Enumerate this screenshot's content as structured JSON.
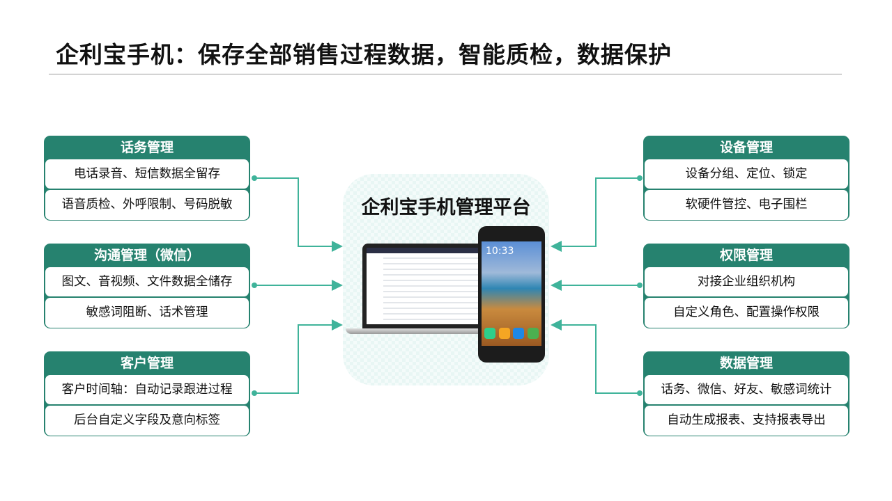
{
  "title": "企利宝手机：保存全部销售过程数据，智能质检，数据保护",
  "center": {
    "title": "企利宝手机管理平台",
    "phone_time": "10:33"
  },
  "colors": {
    "header": "#26826f",
    "connector": "#3fb39a",
    "panel": "#e8f6f4"
  },
  "left_cards": [
    {
      "title": "话务管理",
      "items": [
        "电话录音、短信数据全留存",
        "语音质检、外呼限制、号码脱敏"
      ]
    },
    {
      "title": "沟通管理（微信）",
      "items": [
        "图文、音视频、文件数据全储存",
        "敏感词阻断、话术管理"
      ]
    },
    {
      "title": "客户管理",
      "items": [
        "客户时间轴：自动记录跟进过程",
        "后台自定义字段及意向标签"
      ]
    }
  ],
  "right_cards": [
    {
      "title": "设备管理",
      "items": [
        "设备分组、定位、锁定",
        "软硬件管控、电子围栏"
      ]
    },
    {
      "title": "权限管理",
      "items": [
        "对接企业组织机构",
        "自定义角色、配置操作权限"
      ]
    },
    {
      "title": "数据管理",
      "items": [
        "话务、微信、好友、敏感词统计",
        "自动生成报表、支持报表导出"
      ]
    }
  ]
}
